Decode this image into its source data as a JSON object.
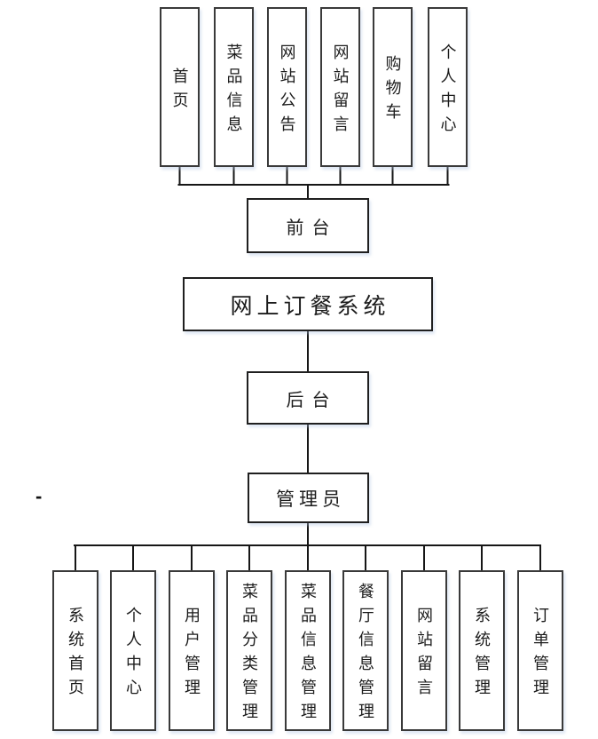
{
  "diagram": {
    "title": "网上订餐系统",
    "frontend": "前台",
    "backend": "后台",
    "admin": "管理员",
    "frontend_modules": [
      "首页",
      "菜品信息",
      "网站公告",
      "网站留言",
      "购物车",
      "个人中心"
    ],
    "admin_modules": [
      "系统首页",
      "个人中心",
      "用户管理",
      "菜品分类管理",
      "菜品信息管理",
      "餐厅信息管理",
      "网站留言",
      "系统管理",
      "订单管理"
    ],
    "stray_dash": "-"
  },
  "colors": {
    "line": "#161616",
    "box_border_light": "#3a3a3a",
    "box_border_dark": "#1f1f1f",
    "text": "#1c1c1c",
    "background": "#ffffff"
  }
}
